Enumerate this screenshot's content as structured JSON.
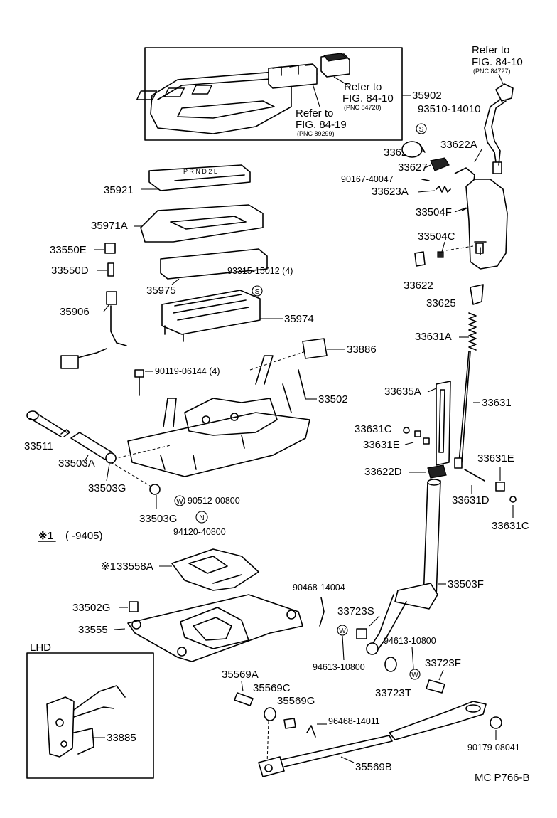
{
  "labels": {
    "p35902": "35902",
    "p93510_14010": "93510-14010",
    "p33623": "33623",
    "p33627": "33627",
    "p90167_40047": "90167-40047",
    "p33623A": "33623A",
    "p33622A": "33622A",
    "p33504F": "33504F",
    "p33504C": "33504C",
    "p33622": "33622",
    "p33625": "33625",
    "p33631A": "33631A",
    "p35921": "35921",
    "p35971A": "35971A",
    "p33550E": "33550E",
    "p33550D": "33550D",
    "p35975": "35975",
    "p93315_15012": "93315-15012 (4)",
    "p35906": "35906",
    "p35974": "35974",
    "p33886": "33886",
    "p90119_06144": "90119-06144 (4)",
    "p33502": "33502",
    "p33635A": "33635A",
    "p33631": "33631",
    "p33511": "33511",
    "p33503A": "33503A",
    "p33503G_1": "33503G",
    "p33503G_2": "33503G",
    "p90512_00800": "90512-00800",
    "p94120_40800": "94120-40800",
    "p33631C_1": "33631C",
    "p33631E_1": "33631E",
    "p33622D": "33622D",
    "p33631E_2": "33631E",
    "p33631D": "33631D",
    "p33631C_2": "33631C",
    "p33558A": "33558A",
    "p90468_14004": "90468-14004",
    "p33503F": "33503F",
    "p33502G": "33502G",
    "p33723S": "33723S",
    "p33555": "33555",
    "p94613_10800_1": "94613-10800",
    "p94613_10800_2": "94613-10800",
    "p33723T": "33723T",
    "p33723F": "33723F",
    "p35569A": "35569A",
    "p35569C": "35569C",
    "p35569G": "35569G",
    "p96468_14011": "96468-14011",
    "p33885": "33885",
    "p90179_08041": "90179-08041",
    "p35569B": "35569B"
  },
  "refs": {
    "top_right_line1": "Refer to",
    "top_right_line2": "FIG. 84-10",
    "top_right_pnc": "(PNC 84727)",
    "box_a_line1": "Refer to",
    "box_a_line2": "FIG. 84-10",
    "box_a_pnc": "(PNC 84720)",
    "box_b_line1": "Refer to",
    "box_b_line2": "FIG. 84-19",
    "box_b_pnc": "(PNC 89299)"
  },
  "symbols": {
    "s": "S",
    "w": "W",
    "n": "N"
  },
  "note": {
    "marker": "※1",
    "range": "(       -9405)",
    "marker_small": "※1"
  },
  "lhd": "LHD",
  "fig_code": "MC P766-B",
  "shifter_letters": "P R N D 2 L"
}
